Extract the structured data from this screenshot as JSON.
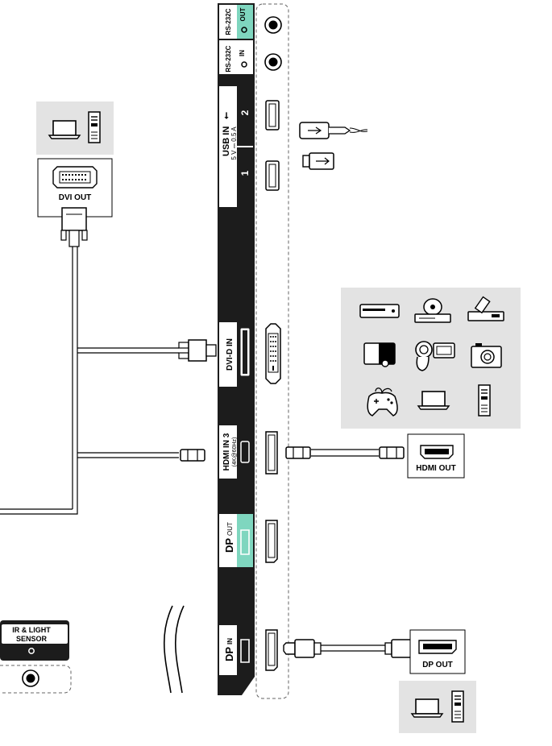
{
  "ports": {
    "rs232_out": [
      "RS-232C",
      "OUT"
    ],
    "rs232_in": [
      "RS-232C",
      "IN"
    ],
    "usb_in": "USB IN",
    "usb_symbol": "⭠",
    "usb_power": "5 V ⎓ 0.5 A",
    "usb_port_1": "1",
    "usb_port_2": "2",
    "dvi_d_in": "DVI-D IN",
    "hdmi_in_3": "HDMI IN 3",
    "hdmi_in_3_spec": "(4K@60Hz)",
    "dp_out_prefix": "DP",
    "dp_out_suffix": "OUT",
    "dp_in_prefix": "DP",
    "dp_in_suffix": "IN",
    "ir_light_sensor": [
      "IR & LIGHT",
      "SENSOR"
    ]
  },
  "devices": {
    "dvi_out": "DVI OUT",
    "hdmi_out": "HDMI OUT",
    "dp_out": "DP OUT"
  },
  "colors": {
    "panel": "#1c1c1c",
    "accent_green": "#7fd6bf",
    "device_box": "#e3e3e3",
    "line": "#000000"
  },
  "icons": [
    "laptop-icon",
    "pc-tower-icon",
    "usb-cable-icon",
    "usb-stick-icon",
    "dvd-player-icon",
    "satellite-receiver-icon",
    "set-top-box-icon",
    "game-console-icon",
    "camcorder-icon",
    "camera-icon",
    "gamepad-icon",
    "wave-break-icon"
  ]
}
